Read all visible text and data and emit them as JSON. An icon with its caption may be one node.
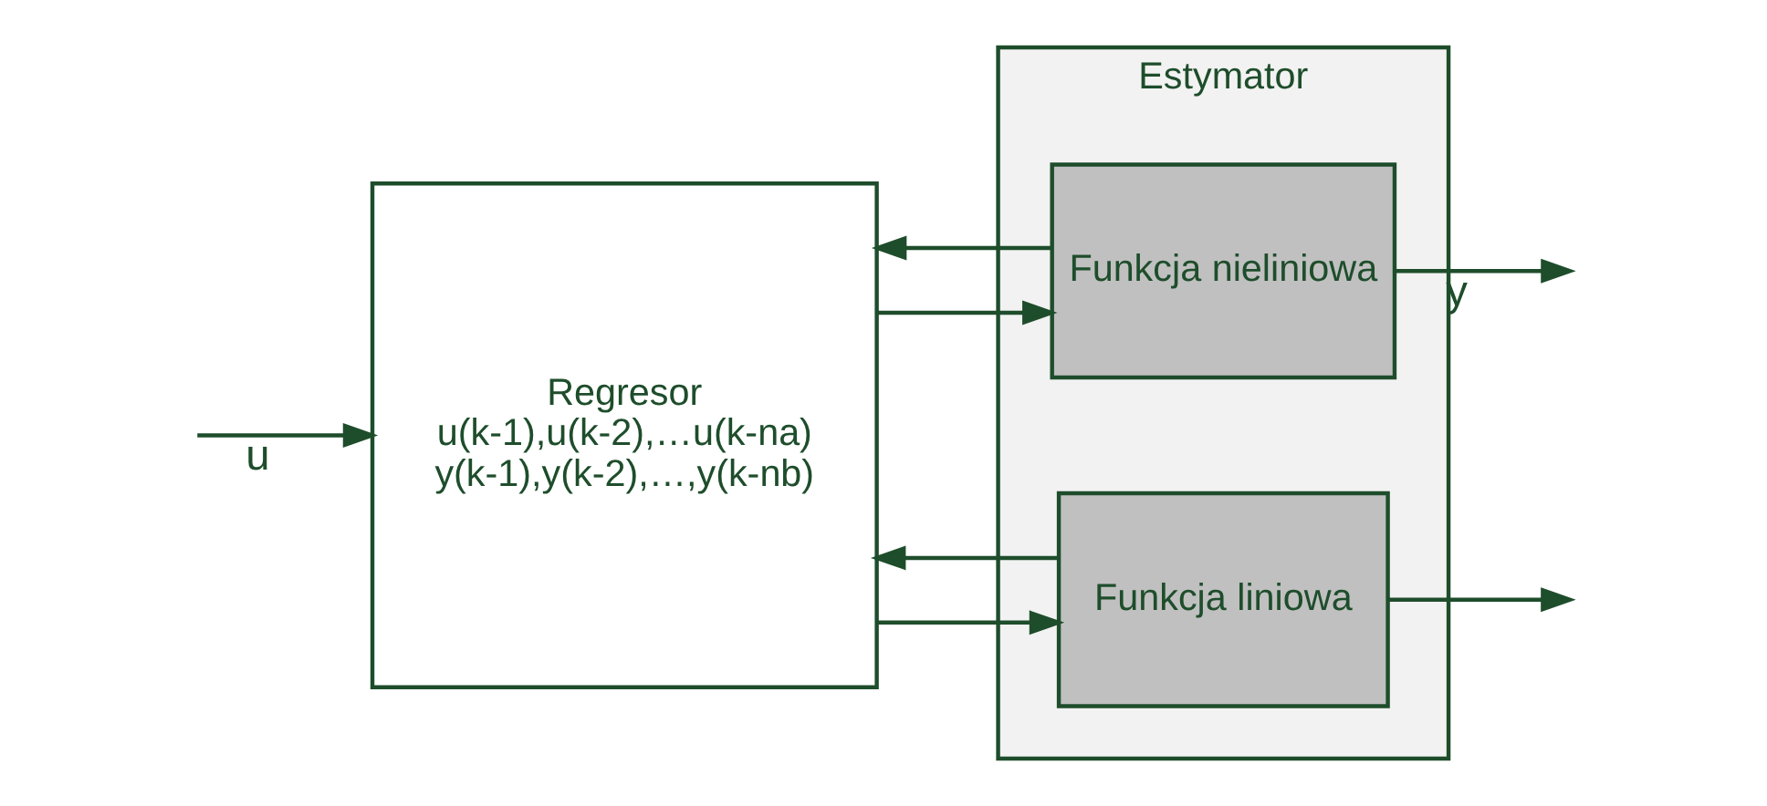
{
  "diagram": {
    "nodes": [
      {
        "text": [
          "Regresor",
          "u(k-1),u(k-2),…u(k-na)",
          "y(k-1),y(k-2),…,y(k-nb)"
        ]
      },
      {
        "text": [
          "Estymator"
        ]
      },
      {
        "text": [
          "Funkcja nieliniowa"
        ],
        "in": 1
      },
      {
        "text": [
          "Funkcja liniowa"
        ],
        "in": 1
      }
    ],
    "edges": [
      {
        "from": null,
        "to": 0,
        "arrow": "to",
        "label": "u"
      },
      {
        "from": 0,
        "to": 2,
        "arrow": "to"
      },
      {
        "from": 0,
        "to": 3,
        "arrow": "to"
      },
      {
        "from": 2,
        "to": null,
        "arrow": "to",
        "label": "y"
      },
      {
        "from": 3,
        "to": null,
        "arrow": "to"
      },
      {
        "from": 2,
        "to": 0,
        "arrow": "to"
      },
      {
        "from": 3,
        "to": 0,
        "arrow": "to"
      }
    ]
  }
}
